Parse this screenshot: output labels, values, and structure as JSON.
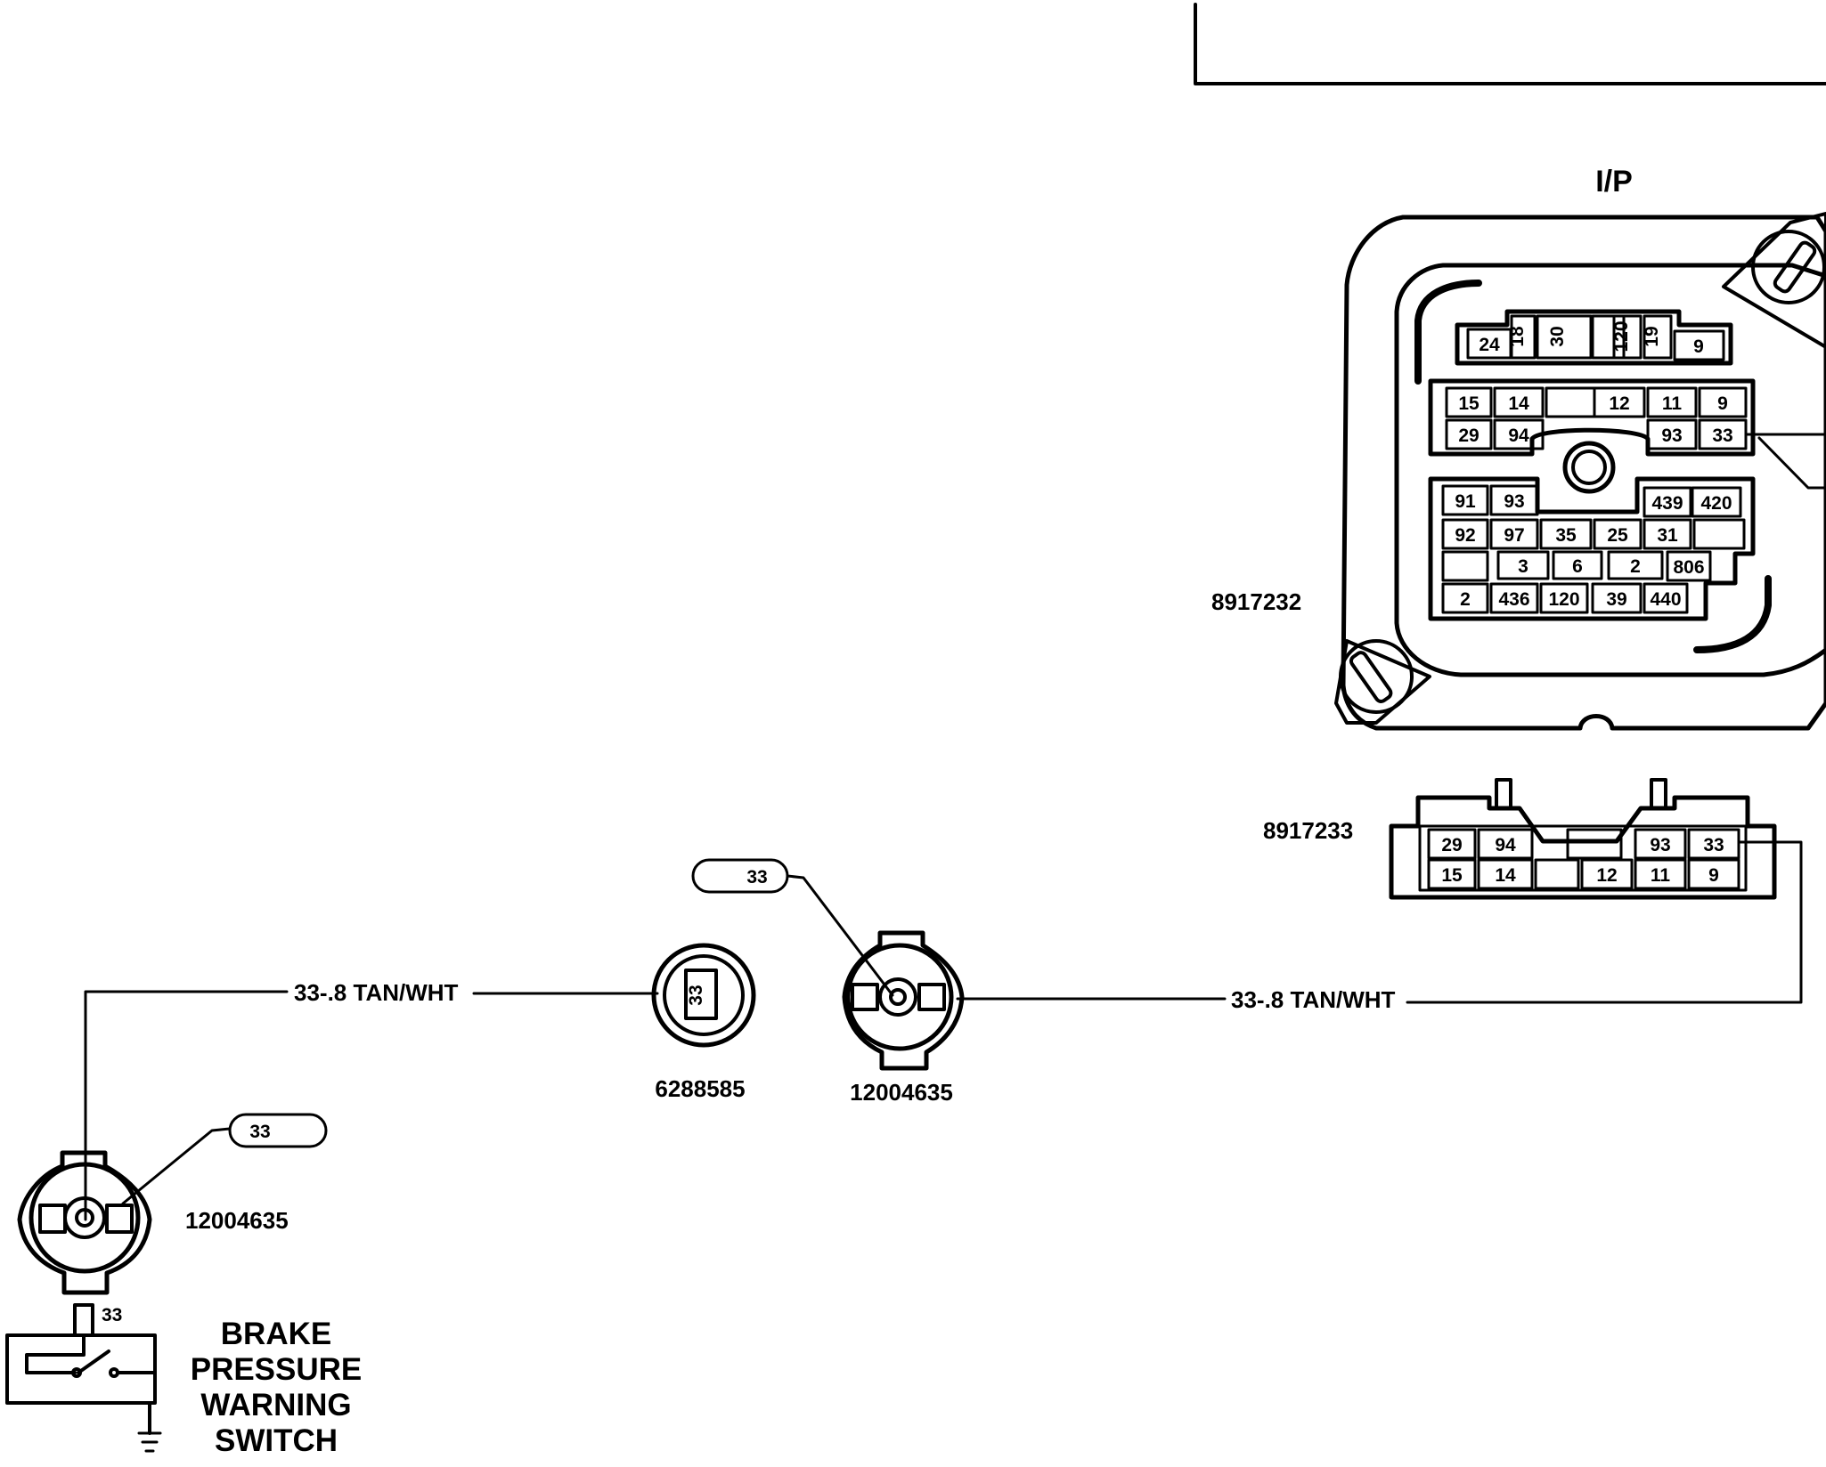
{
  "connector_ip": {
    "title": "I/P",
    "part_number": "8917232",
    "row_top": [
      "24",
      "18",
      "30",
      "",
      "120",
      "19",
      "9"
    ],
    "block_mid_row1": [
      "15",
      "14",
      "",
      "12",
      "11",
      "9"
    ],
    "block_mid_row2": [
      "29",
      "94",
      "93",
      "33"
    ],
    "block_low_row1": [
      "91",
      "93",
      "439",
      "420"
    ],
    "block_low_row2": [
      "92",
      "97",
      "35",
      "25",
      "31",
      ""
    ],
    "block_low_row3": [
      "",
      "3",
      "6",
      "2",
      "806"
    ],
    "block_low_row4": [
      "2",
      "436",
      "120",
      "39",
      "440"
    ]
  },
  "connector_mate": {
    "part_number": "8917233",
    "row1": [
      "29",
      "94",
      "",
      "93",
      "33"
    ],
    "row2": [
      "15",
      "14",
      "",
      "12",
      "11",
      "9"
    ]
  },
  "wire_right": {
    "label": "33-.8 TAN/WHT"
  },
  "wire_left": {
    "label": "33-.8 TAN/WHT"
  },
  "inline_connector_small": {
    "part_number": "6288585",
    "pin": "33"
  },
  "inline_connector_mid": {
    "part_number": "12004635",
    "callout": "33"
  },
  "switch_connector": {
    "part_number": "12004635",
    "callout": "33"
  },
  "brake_switch": {
    "terminal": "33",
    "title_lines": [
      "BRAKE",
      "PRESSURE",
      "WARNING",
      "SWITCH"
    ]
  },
  "colors": {
    "ink": "#000000",
    "paper": "#ffffff"
  }
}
